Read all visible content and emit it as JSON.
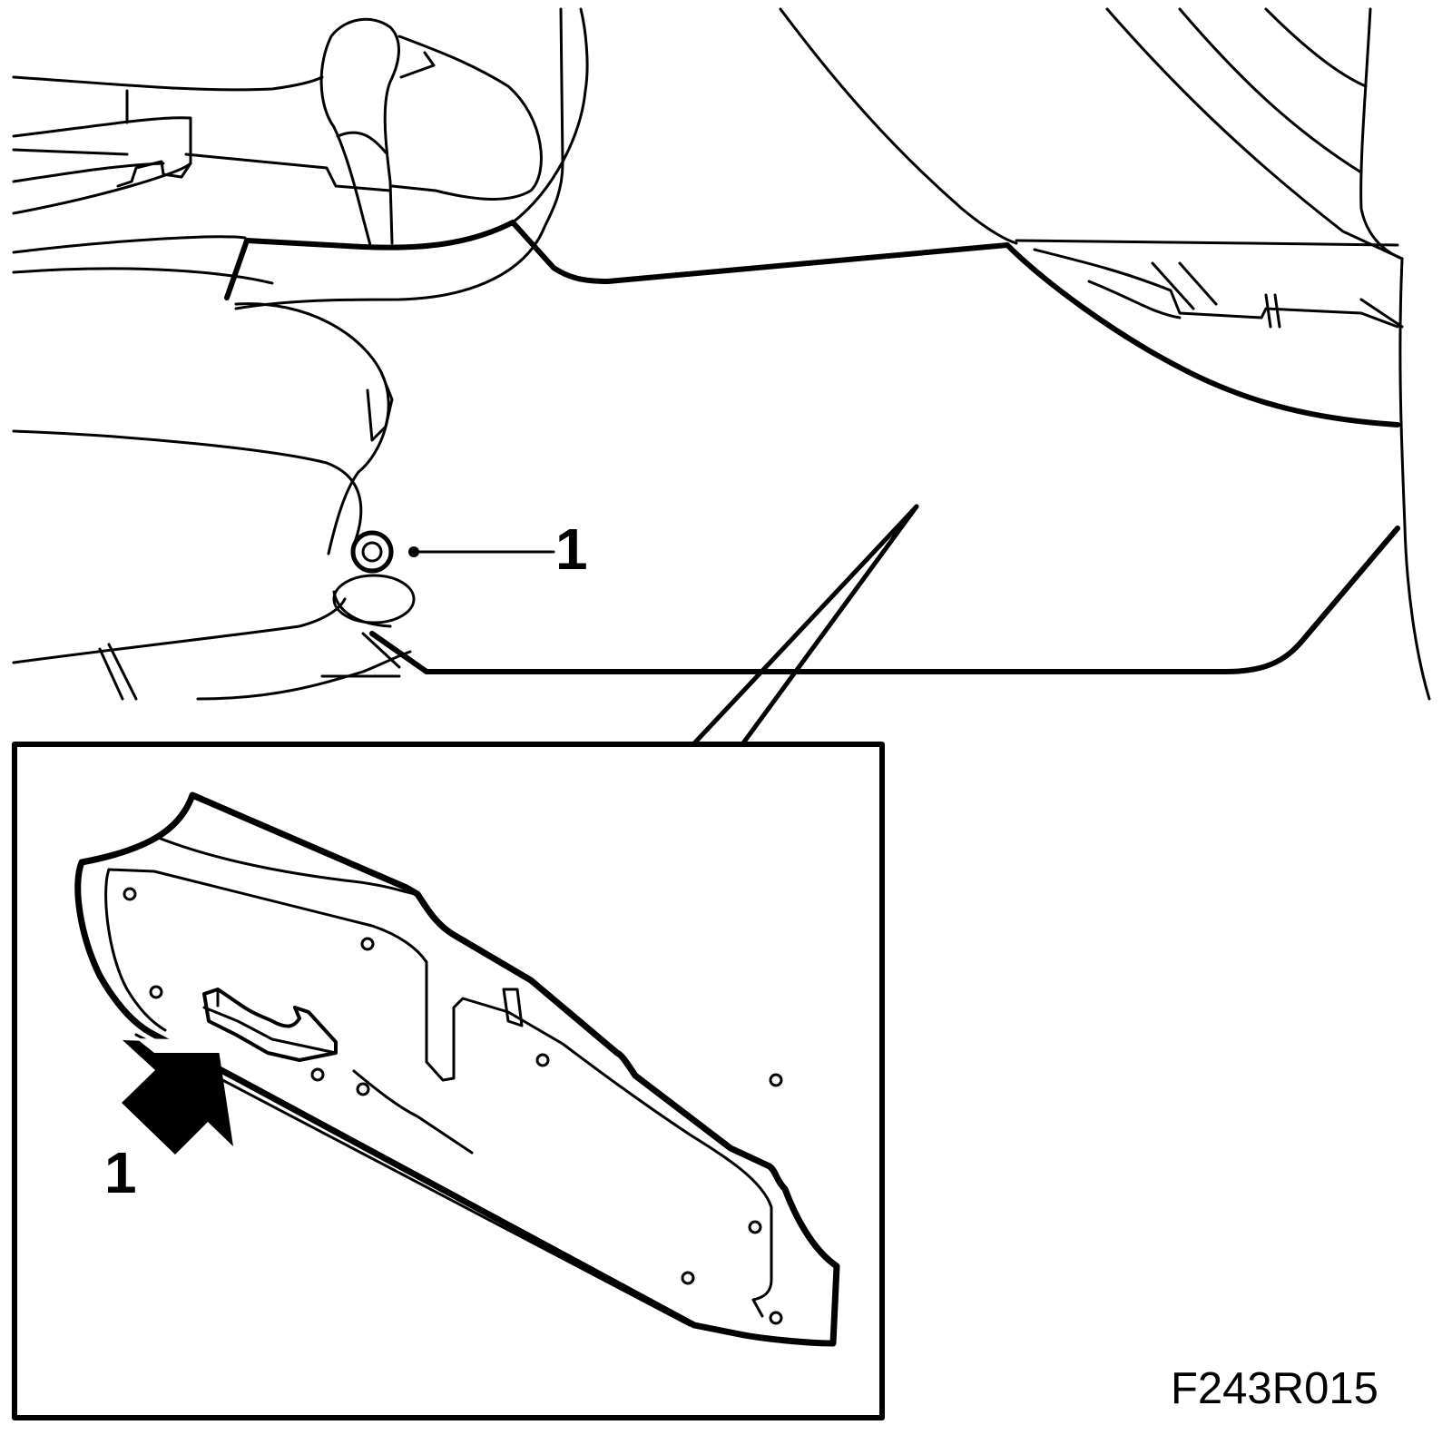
{
  "diagram": {
    "callouts": {
      "main_label": "1",
      "inset_label": "1"
    },
    "figure_code": "F243R015",
    "colors": {
      "line": "#000000",
      "background": "#ffffff"
    },
    "icons": [
      "arrow-icon",
      "fastener-icon"
    ]
  }
}
